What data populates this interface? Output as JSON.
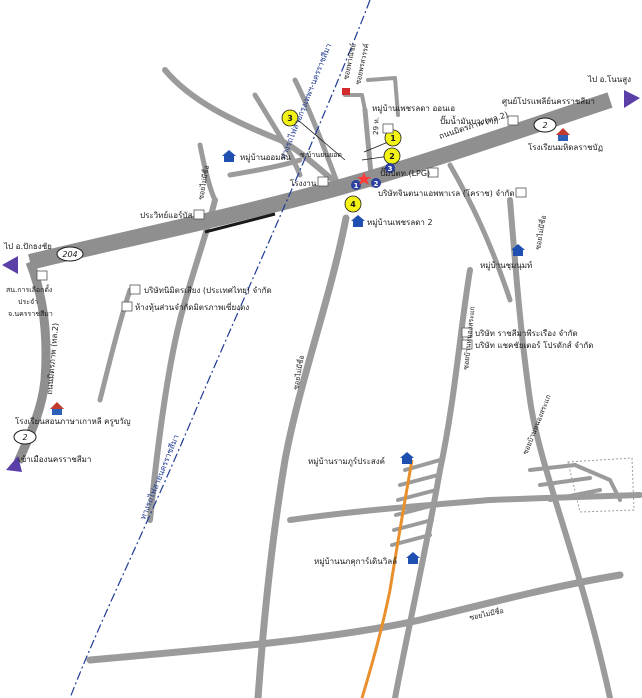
{
  "colors": {
    "road": "#9b9b9b",
    "railway": "#1f3a93",
    "arrow": "#5a3fa8",
    "marker_yellow": "#f2f215",
    "marker_blue": "#2a3f9e",
    "orange_road": "#e8902c",
    "house_icon": "#1f4fb0"
  },
  "roads": {
    "highway_label": "ถนนมิตรภาพ (ทล.2)",
    "highway_label_left": "ถนนมิตรภาพ (ทล.2)",
    "route_2": "2",
    "route_204": "204",
    "to_mueang_nakhon_ratchasima": "เข้าเมืองนครราชสีมา",
    "to_pak_thong_chai": "ไป อ.ปักธงชัย",
    "to_khon_kaen": "ไป อ.โนนสูง",
    "unnamed_alley_1": "ซอยไม่มีชื่อ",
    "unnamed_alley_2": "ซอยไม่มีชื่อ",
    "unnamed_alley_3": "ซอยไม่มีชื่อ",
    "unnamed_alley_4": "ซอยไม่มีชื่อ",
    "alley_phaisan": "ซอยบ้านหนองสระแก",
    "alley_nongsra": "ซอยบ้านหนองสระแก",
    "railway_label": "ทางรถไฟสายกรุงเทพฯ-นครราชสีมา",
    "railway_label_2": "ทางรถไฟสายนครราชสีมา",
    "soi_small_1": "ซอยพาณิชย์",
    "soi_small_2": "ซอยพรสวรรค์",
    "soi_29": "29 ห."
  },
  "places": {
    "ban_phet_lada_top": "หมู่บ้านเพชรลดา ออนเอ",
    "ban_om_sin": "หมู่บ้านออมสิน",
    "factory": "โรงงาน",
    "prawit": "ประวิทย์แอร์บัส",
    "election_office": "สน.การเลือกตั้ง",
    "election_office_2": "ประจำ",
    "election_office_3": "จ.นครราชสีมา",
    "nimit_siang": "บริษัทนิมิตรเสียง (ประเทศไทย) จำกัด",
    "mitraphap_shop": "ห้างหุ้นส่วนจำกัดมิตรภาพเซี่ยงตง",
    "korean_school": "โรงเรียนสอนภาษาเกาหลี ครูขวัญ",
    "ban_phet_lada_2": "หมู่บ้านเพชรลดา 2",
    "gas_station": "ปั๊มปตท.(LPG)",
    "chinthana_company": "บริษัทจินตนาแอพพาเรล (โคราช) จำกัด",
    "oil_station": "ปั๊มน้ำมันบางจาก",
    "lottery_center": "ศูนย์โปรแพลีย์นครราชสีมา",
    "school_mahachai": "โรงเรียนมหิดลราชบัฏ",
    "ban_chum_nut": "หมู่บ้านชุมนุมท์",
    "ratchasima_company": "บริษัท ราชสีมาพีระเรือง จำกัด",
    "anchor_company": "บริษัท แชคชัยเตอร์ โปรดักส์ จำกัด",
    "ban_ram_phu": "หมู่บ้านรามภูร์ประสงค์",
    "ban_noppakao": "หมู่บ้านนภคุการ์เดินวิลล์",
    "soi_ban_yon": "ซ.บ้านยนยอด"
  },
  "markers": {
    "m1": "1",
    "m2": "2",
    "m3": "3",
    "m4": "4",
    "b1": "1",
    "b2": "2",
    "b3": "3"
  }
}
